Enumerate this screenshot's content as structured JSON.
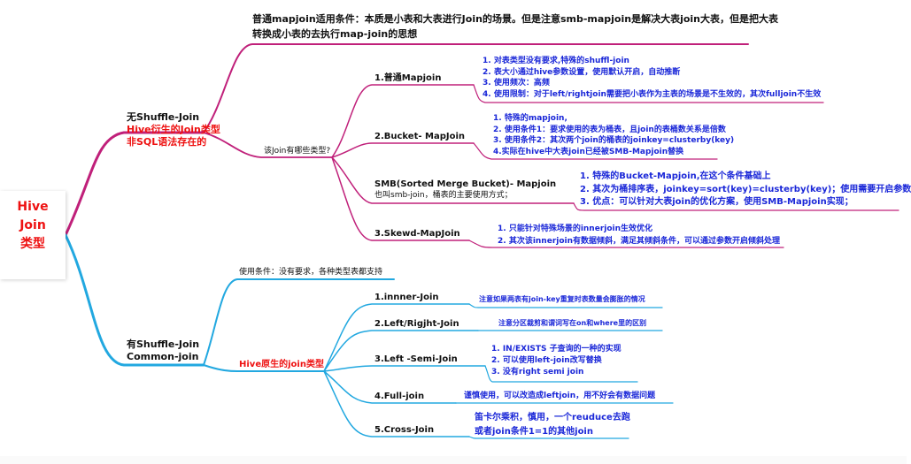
{
  "root": {
    "line1": "Hive",
    "line2": "Join",
    "line3": "类型"
  },
  "top_note": {
    "line1": "普通mapjoin适用条件：本质是小表和大表进行Join的场景。但是注意smb-mapjoin是解决大表join大表，但是把大表",
    "line2": "转换成小表的去执行map-join的思想"
  },
  "no_shuffle": {
    "title": "无Shuffle-Join",
    "subtitle1": "Hive衍生的Join类型",
    "subtitle2": "非SQL语法存在的",
    "question": "该Join有哪些类型?",
    "types": [
      {
        "name": "1.普通Mapjoin",
        "notes": [
          "1. 对表类型没有要求,特殊的shuffl-join",
          "2. 表大小通过hive参数设置，使用默认开启，自动推断",
          "3. 使用频次：高频",
          "4. 使用限制：对于left/rightjoin需要把小表作为主表的场景是不生效的，其次fulljoin不生效"
        ]
      },
      {
        "name": "2.Bucket- MapJoin",
        "notes": [
          "1. 特殊的mapjoin,",
          "2. 使用条件1：要求使用的表为桶表，且join的表桶数关系是倍数",
          "3. 使用条件2：其次两个join的桶表的joinkey=clusterby(key)",
          "4.实际在hive中大表join已经被SMB-Mapjoin替换"
        ]
      },
      {
        "name": "SMB(Sorted Merge Bucket)- Mapjoin",
        "sub": "也叫smb-join，桶表的主要使用方式；",
        "notes": [
          "1. 特殊的Bucket-Mapjoin,在这个条件基础上",
          "2. 其次为桶排序表，joinkey=sort(key)=clusterby(key)；使用需要开启参数",
          "3. 优点：可以针对大表join的优化方案，使用SMB-Mapjoin实现；"
        ]
      },
      {
        "name": "3.Skewd-MapJoin",
        "notes": [
          "1. 只能针对特殊场景的innerjoin生效优化",
          "2. 其次该innerjoin有数据倾斜，满足其倾斜条件，可以通过参数开启倾斜处理"
        ]
      }
    ]
  },
  "shuffle": {
    "title1": "有Shuffle-Join",
    "title2": "Common-join",
    "condition": "使用条件：没有要求，各种类型表都支持",
    "native_label": "Hive原生的join类型",
    "types": [
      {
        "name": "1.innner-Join",
        "note": "注意如果两表有join-key重复时表数量会膨胀的情况"
      },
      {
        "name": "2.Left/Rigjht-Join",
        "note": "注意分区裁剪和谓词写在on和where里的区别"
      },
      {
        "name": "3.Left -Semi-Join",
        "notes": [
          "1. IN/EXISTS 子查询的一种的实现",
          "2. 可以使用left-join改写替换",
          "3.  没有right semi join"
        ]
      },
      {
        "name": "4.Full-join",
        "note": "谨慎使用，可以改造成leftjoin，用不好会有数据问题"
      },
      {
        "name": "5.Cross-Join",
        "notes": [
          "笛卡尔乘积，慎用，一个reuduce去跑",
          "或者join条件1=1的其他join"
        ]
      }
    ]
  },
  "colors": {
    "upper_branch": "#c0207a",
    "lower_branch": "#22a8e0",
    "accent_red": "#ee1111",
    "note_blue": "#1a27d8"
  }
}
